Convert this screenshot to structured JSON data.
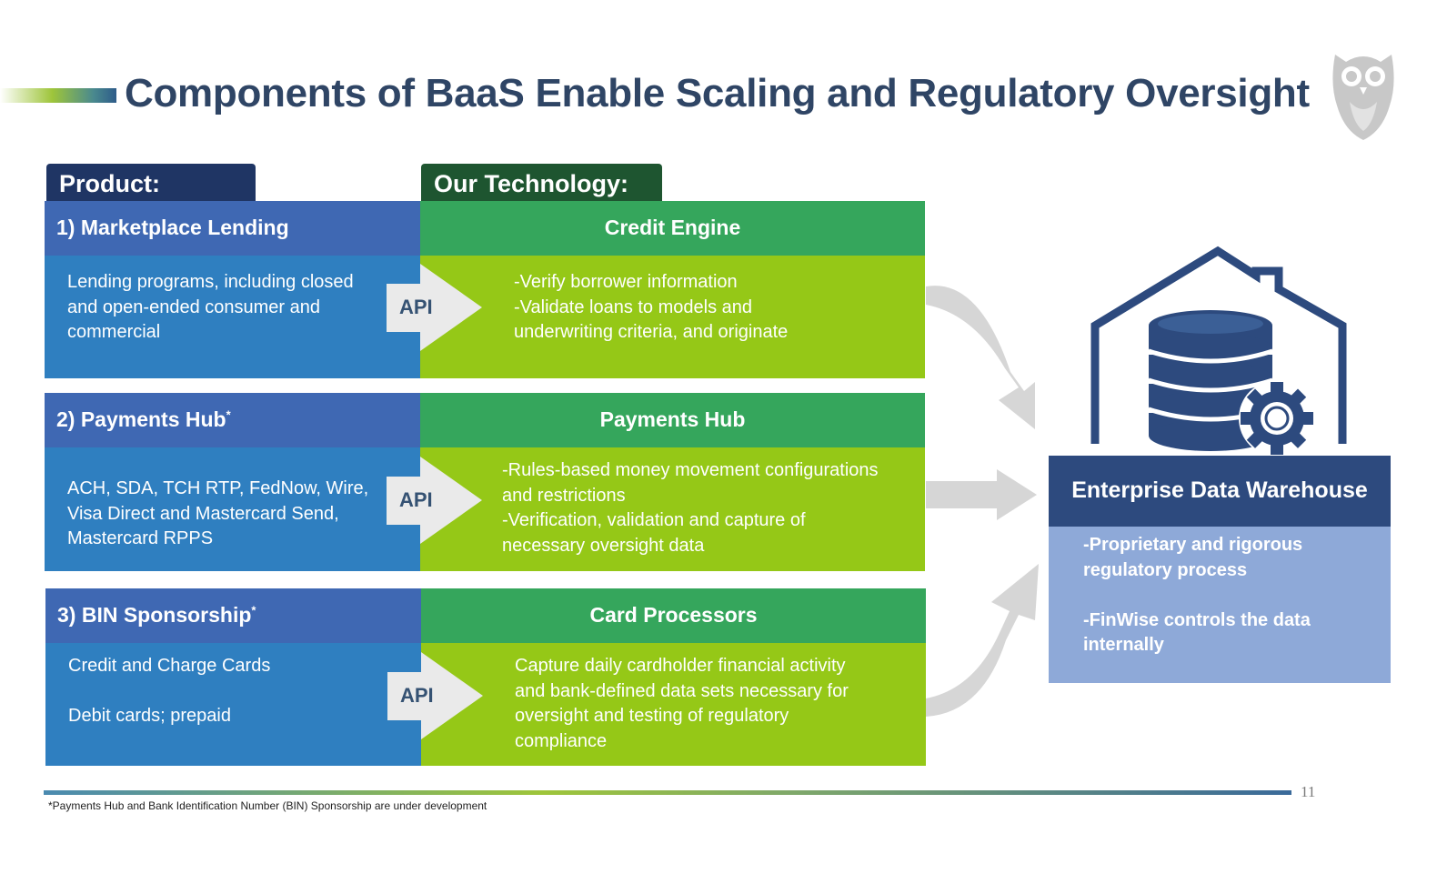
{
  "title": "Components of BaaS Enable Scaling and Regulatory Oversight",
  "product_tab": "Product:",
  "tech_tab": "Our Technology:",
  "api_label": "API",
  "rows": [
    {
      "product_title": "1)    Marketplace Lending",
      "product_lines": [
        "Lending programs, including closed",
        "and open-ended consumer and",
        "commercial"
      ],
      "tech_title": "Credit Engine",
      "tech_lines": [
        "-Verify borrower information",
        "-Validate loans to models and",
        "underwriting criteria, and originate"
      ]
    },
    {
      "product_title": "2) Payments Hub",
      "product_sup": "*",
      "product_lines": [
        "ACH, SDA, TCH RTP, FedNow, Wire,",
        "Visa Direct and Mastercard Send,",
        "Mastercard RPPS"
      ],
      "tech_title": "Payments Hub",
      "tech_lines": [
        "-Rules-based money movement configurations",
        "and restrictions",
        "-Verification, validation and capture of",
        "necessary oversight data"
      ]
    },
    {
      "product_title": "3) BIN Sponsorship",
      "product_sup": "*",
      "product_lines": [
        "Credit and Charge Cards",
        "",
        "Debit cards; prepaid"
      ],
      "tech_title": "Card Processors",
      "tech_lines": [
        "Capture daily cardholder financial activity",
        "and bank-defined data sets necessary for",
        "oversight and testing of regulatory",
        "compliance"
      ]
    }
  ],
  "edw": {
    "title": "Enterprise Data Warehouse",
    "lines": [
      "-Proprietary and rigorous",
      "regulatory process",
      "",
      "-FinWise controls the data",
      "internally"
    ]
  },
  "icons": {
    "logo": "owl-logo-icon",
    "warehouse": "database-house-gear-icon"
  },
  "colors": {
    "title": "#2f4565",
    "product_header": "#3f68b3",
    "product_body": "#2f7fc0",
    "tech_header": "#35a65c",
    "tech_body": "#95c817",
    "edw_header": "#2d4a7e",
    "edw_body": "#8ea9d8"
  },
  "footnote": "*Payments Hub and Bank Identification Number (BIN) Sponsorship are under development",
  "page_number": "11"
}
